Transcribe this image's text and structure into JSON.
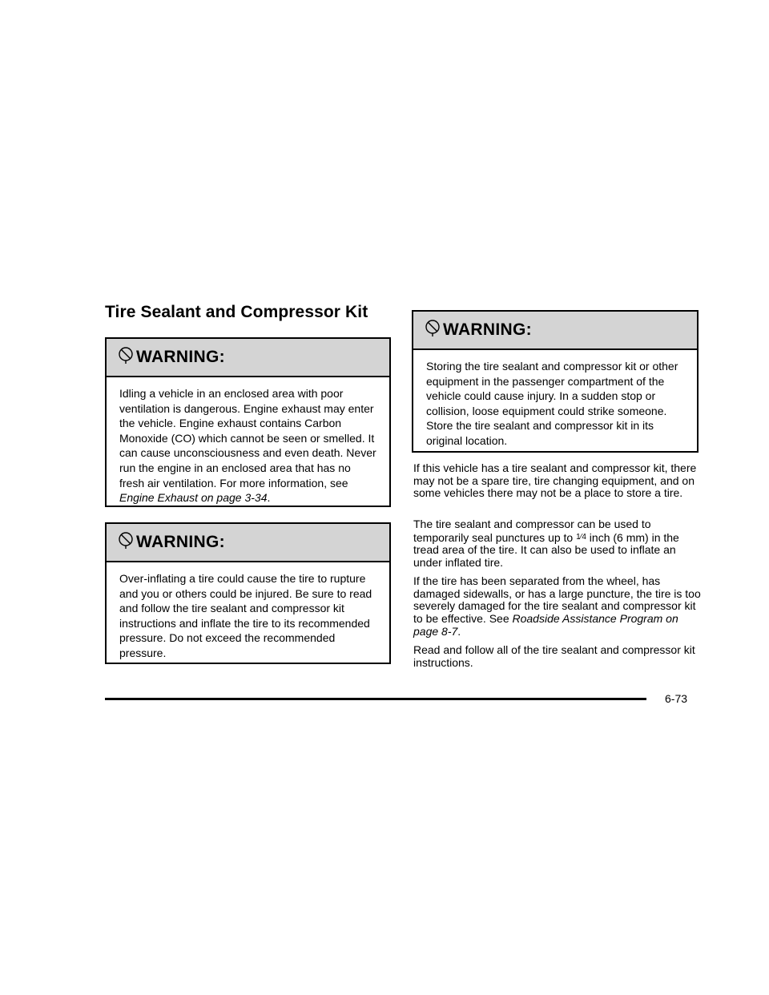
{
  "section_title": "Tire Sealant and Compressor Kit",
  "warnings": [
    {
      "label": "WARNING:",
      "text": "Idling a vehicle in an enclosed area with poor ventilation is dangerous. Engine exhaust may enter the vehicle. Engine exhaust contains Carbon Monoxide (CO) which cannot be seen or smelled. It can cause unconsciousness and even death. Never run the engine in an enclosed area that has no fresh air ventilation. For more information, see",
      "link": "Engine Exhaust on page 3-34",
      "tail": "."
    },
    {
      "label": "WARNING:",
      "text": "Over-inflating a tire could cause the tire to rupture and you or others could be injured. Be sure to read and follow the tire sealant and compressor kit instructions and inflate the tire to its recommended pressure. Do not exceed the recommended pressure."
    },
    {
      "label": "WARNING:",
      "text": "Storing the tire sealant and compressor kit or other equipment in the passenger compartment of the vehicle could cause injury. In a sudden stop or collision, loose equipment could strike someone. Store the tire sealant and compressor kit in its original location."
    }
  ],
  "paragraphs": {
    "p1": "If this vehicle has a tire sealant and compressor kit, there may not be a spare tire, tire changing equipment, and on some vehicles there may not be a place to store a tire.",
    "p2_a": "The tire sealant and compressor can be used to temporarily seal punctures up to",
    "p2_frac": "1⁄4",
    "p2_b": "inch (6 mm) in the tread area of the tire. It can also be used to inflate an under inflated tire.",
    "p3": "If the tire has been separated from the wheel, has damaged sidewalls, or has a large puncture, the tire is too severely damaged for the tire sealant and compressor kit to be effective. See",
    "p3_link": "Roadside Assistance Program on page 8-7",
    "p3_tail": ".",
    "p4": "Read and follow all of the tire sealant and compressor kit instructions."
  },
  "page_number": "6-73",
  "icon": "warning-circle-slash-icon"
}
